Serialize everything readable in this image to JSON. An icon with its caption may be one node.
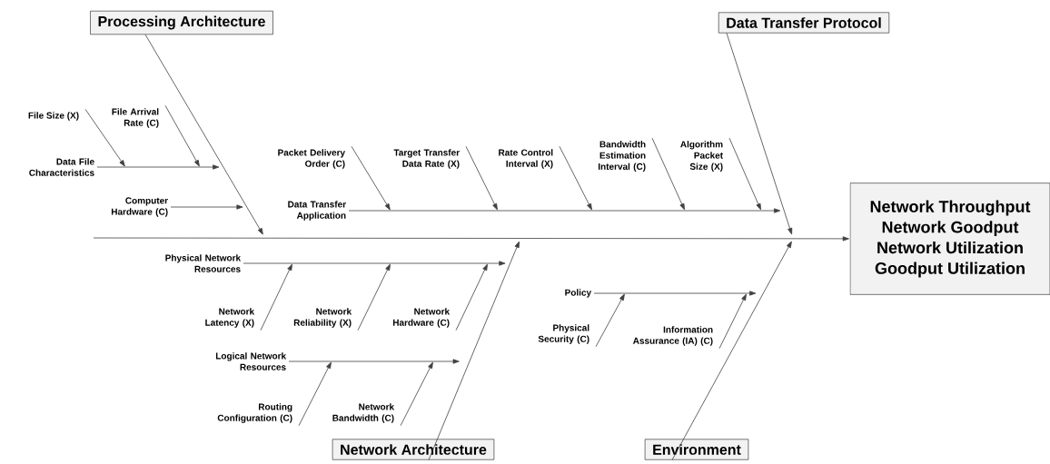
{
  "diagram": {
    "nodes": [
      {
        "text": [
          "Processing Architecture"
        ]
      },
      {
        "text": [
          "Data Transfer Protocol"
        ]
      },
      {
        "text": [
          "File Size (X)"
        ]
      },
      {
        "text": [
          "File Arrival Rate (C)"
        ]
      },
      {
        "text": [
          "Data File Characteristics"
        ]
      },
      {
        "text": [
          "Computer Hardware (C)"
        ]
      },
      {
        "text": [
          "Packet Delivery Order (C)"
        ]
      },
      {
        "text": [
          "Target Transfer Data Rate (X)"
        ]
      },
      {
        "text": [
          "Rate Control Interval (X)"
        ]
      },
      {
        "text": [
          "Bandwidth Estimation Interval (C)"
        ]
      },
      {
        "text": [
          "Algorithm Packet Size (X)"
        ]
      },
      {
        "text": [
          "Data Transfer Application"
        ]
      },
      {
        "text": [
          "Network Throughput",
          "Network Goodput",
          "Network Utilization",
          "Goodput Utilization"
        ]
      },
      {
        "text": [
          "Physical Network Resources"
        ]
      },
      {
        "text": [
          "Network Latency (X)"
        ]
      },
      {
        "text": [
          "Network Reliability (X)"
        ]
      },
      {
        "text": [
          "Network Hardware (C)"
        ]
      },
      {
        "text": [
          "Policy"
        ]
      },
      {
        "text": [
          "Logical Network Resources"
        ]
      },
      {
        "text": [
          "Physical Security (C)"
        ]
      },
      {
        "text": [
          "Information Assurance (IA) (C)"
        ]
      },
      {
        "text": [
          "Routing Configuration (C)"
        ]
      },
      {
        "text": [
          "Network Bandwidth (C)"
        ]
      },
      {
        "text": [
          "Network Architecture"
        ]
      },
      {
        "text": [
          "Environment"
        ]
      }
    ],
    "edges": [
      {
        "from": 2,
        "to": null,
        "arrow": "to"
      },
      {
        "from": 3,
        "to": null,
        "arrow": "to"
      },
      {
        "from": 4,
        "to": null,
        "arrow": "to"
      },
      {
        "from": 5,
        "to": null,
        "arrow": "to"
      },
      {
        "from": 6,
        "to": null,
        "arrow": "to"
      },
      {
        "from": 7,
        "to": null,
        "arrow": "to"
      },
      {
        "from": 8,
        "to": null,
        "arrow": "to"
      },
      {
        "from": 9,
        "to": null,
        "arrow": "to"
      },
      {
        "from": 10,
        "to": null,
        "arrow": "to"
      },
      {
        "from": 11,
        "to": null,
        "arrow": "to"
      },
      {
        "from": null,
        "to": 12,
        "arrow": "to"
      },
      {
        "from": 0,
        "to": null,
        "arrow": "to"
      },
      {
        "from": 1,
        "to": null,
        "arrow": "to"
      },
      {
        "from": 23,
        "to": null,
        "arrow": "to"
      },
      {
        "from": 24,
        "to": null,
        "arrow": "to"
      },
      {
        "from": 14,
        "to": null,
        "arrow": "to"
      },
      {
        "from": 15,
        "to": null,
        "arrow": "to"
      },
      {
        "from": 16,
        "to": null,
        "arrow": "to"
      },
      {
        "from": 13,
        "to": null,
        "arrow": "to"
      },
      {
        "from": 21,
        "to": null,
        "arrow": "to"
      },
      {
        "from": 22,
        "to": null,
        "arrow": "to"
      },
      {
        "from": 18,
        "to": null,
        "arrow": "to"
      },
      {
        "from": 19,
        "to": null,
        "arrow": "to"
      },
      {
        "from": 20,
        "to": null,
        "arrow": "to"
      },
      {
        "from": 17,
        "to": null,
        "arrow": "to"
      }
    ]
  }
}
